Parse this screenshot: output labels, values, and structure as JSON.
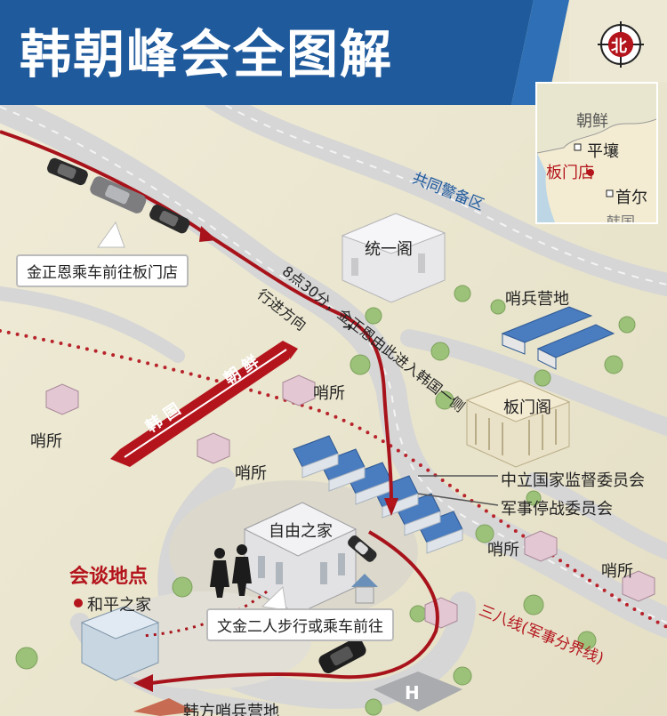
{
  "header": {
    "title": "韩朝峰会全图解"
  },
  "compass": {
    "label": "北"
  },
  "inset_map": {
    "north_korea": "朝鲜",
    "pyongyang": "平壤",
    "panmunjom": "板门店",
    "seoul": "首尔",
    "south_korea": "韩国"
  },
  "map": {
    "jsa_label": "共同警备区",
    "unification_pavilion": "统一阁",
    "guard_barracks": "哨兵营地",
    "panmungak": "板门阁",
    "nnsc": "中立国家监督委员会",
    "mac": "军事停战委员会",
    "freedom_house": "自由之家",
    "meeting_place": "会谈地点",
    "peace_house": "和平之家",
    "south_guard_camp": "韩方哨兵营地",
    "guard_posts": [
      "哨所",
      "哨所",
      "哨所",
      "哨所",
      "哨所"
    ],
    "route_time_text": "8点30分，金正恩由此进入韩国一侧",
    "direction_text": "行进方向",
    "mdl_label": "三八线(军事分界线)",
    "arrow_south": "韩 国",
    "arrow_north": "朝 鲜",
    "callout_kim": "金正恩乘车前往板门店",
    "callout_walk": "文金二人步行或乘车前往",
    "helipad": "H"
  },
  "colors": {
    "title_blue": "#1f5a9c",
    "route_red": "#a8131b",
    "mdl_dot": "#b8232b",
    "barracks_blue": "#4a7cc0",
    "ground": "#ece8d4"
  }
}
